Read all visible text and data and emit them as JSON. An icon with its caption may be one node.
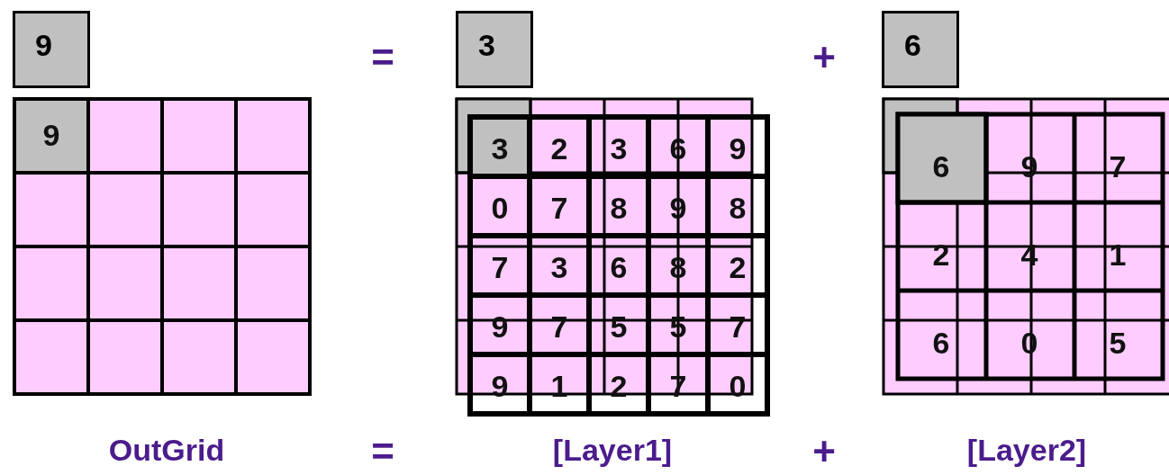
{
  "diagram": {
    "nodes": [
      {
        "text": [
          "9"
        ]
      },
      {
        "text": [
          "3"
        ]
      },
      {
        "text": [
          "6"
        ]
      }
    ],
    "labels": [
      "=",
      "+",
      "9",
      "3",
      "2",
      "3",
      "6",
      "9",
      "0",
      "7",
      "8",
      "9",
      "8",
      "7",
      "3",
      "6",
      "8",
      "2",
      "9",
      "7",
      "5",
      "5",
      "7",
      "9",
      "1",
      "2",
      "7",
      "0",
      "6",
      "9",
      "7",
      "2",
      "4",
      "1",
      "6",
      "0",
      "5",
      "OutGrid",
      "=",
      "[Layer1]",
      "+",
      "[Layer2]"
    ]
  }
}
